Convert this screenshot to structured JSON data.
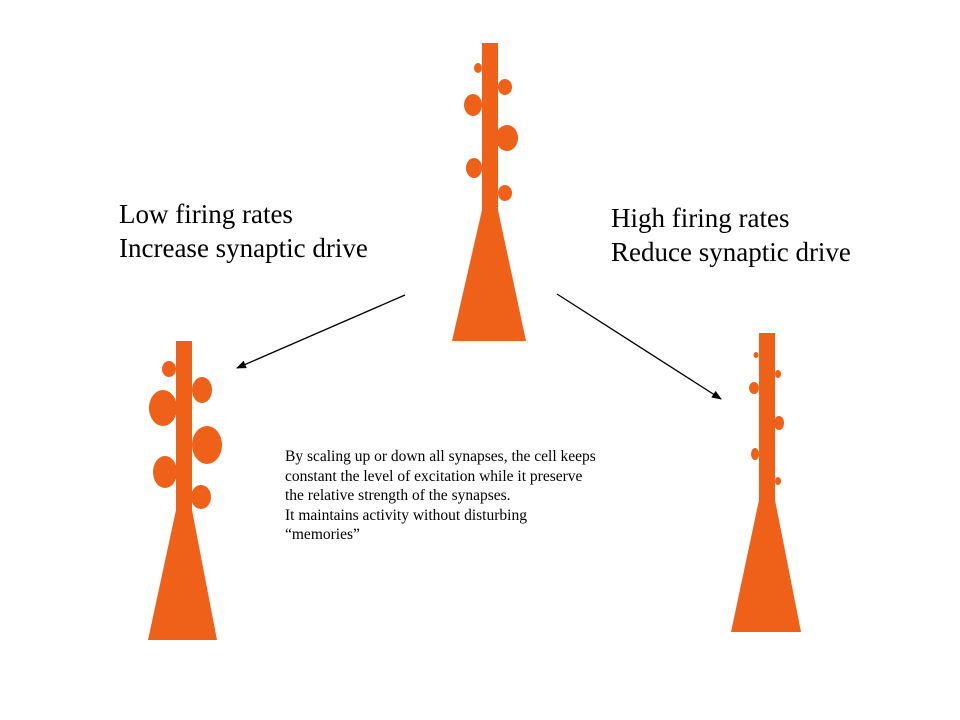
{
  "colors": {
    "neuron": "#ef6018",
    "arrow": "#000000",
    "text": "#000000"
  },
  "left_caption": {
    "line1": "Low firing rates",
    "line2": "Increase synaptic drive"
  },
  "right_caption": {
    "line1": "High firing rates",
    "line2": "Reduce synaptic drive"
  },
  "note": {
    "line1": "By scaling up or down all synapses, the cell keeps",
    "line2": "constant the level of excitation while it preserve",
    "line3": "the relative strength of the synapses.",
    "line4": "It maintains activity without disturbing",
    "line5": "“memories”"
  }
}
